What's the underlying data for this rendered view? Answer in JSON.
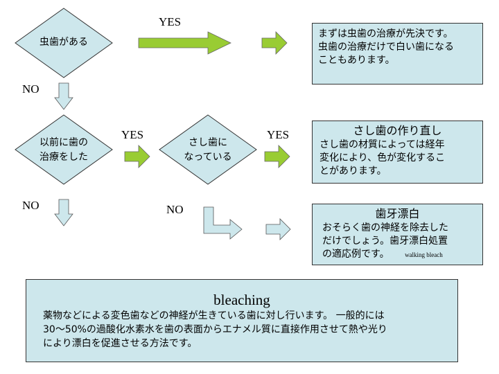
{
  "diamonds": {
    "d1": {
      "line1": "虫歯がある"
    },
    "d2": {
      "line1": "以前に歯の",
      "line2": "治療をした"
    },
    "d3": {
      "line1": "さし歯に",
      "line2": "なっている"
    }
  },
  "labels": {
    "yes1": "YES",
    "yes2": "YES",
    "yes3": "YES",
    "no1": "NO",
    "no2": "NO",
    "no3": "NO"
  },
  "boxes": {
    "box1": {
      "lines": [
        "まずは虫歯の治療が先決です。",
        "虫歯の治療だけで白い歯になる",
        "こともあります。"
      ]
    },
    "box2": {
      "title": "さし歯の作り直し",
      "lines": [
        "さし歯の材質によっては経年",
        "変化により、色が変化するこ",
        "とがあります。"
      ]
    },
    "box3": {
      "title": "歯牙漂白",
      "lines": [
        "おそらく歯の神経を除去した",
        "だけでしょう。歯牙漂白処置",
        "の適応例です。"
      ],
      "note": "walking  bleach"
    },
    "box4": {
      "title": "bleaching",
      "lines": [
        "薬物などによる変色歯などの神経が生きている歯に対し行います。 一般的には",
        "30～50%の過酸化水素水を歯の表面からエナメル質に直接作用させて熱や光り",
        "により漂白を促進させる方法です。"
      ]
    }
  },
  "colors": {
    "shape_fill": "#cde7ec",
    "arrow_green": "#99cc33",
    "arrow_light": "#cde7ec"
  }
}
